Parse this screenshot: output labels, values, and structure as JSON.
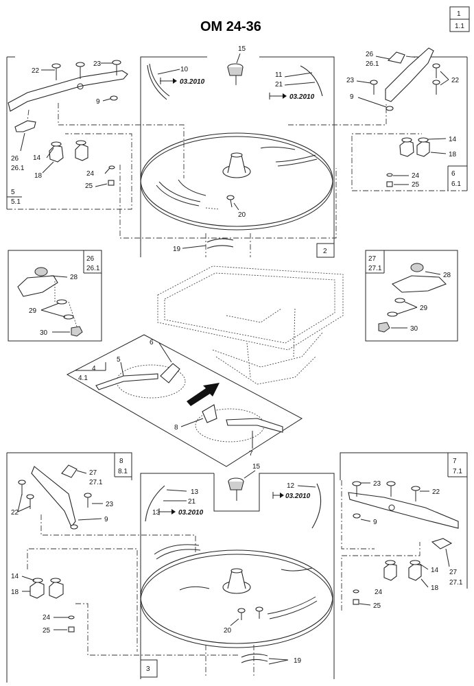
{
  "title": "OM 24-36",
  "sheet": {
    "page": "1",
    "sub": "1.1"
  },
  "date_mark": "03.2010",
  "groups": {
    "g5": [
      "5",
      "5.1"
    ],
    "g6": [
      "6",
      "6.1"
    ],
    "g2": [
      "2"
    ],
    "g3": [
      "3"
    ],
    "g4": [
      "4",
      "4.1"
    ],
    "g26": [
      "26",
      "26.1"
    ],
    "g27": [
      "27",
      "27.1"
    ],
    "g7": [
      "7",
      "7.1"
    ],
    "g8": [
      "8",
      "8.1"
    ]
  },
  "labels": {
    "top_left": [
      "22",
      "23",
      "9",
      "26",
      "26.1",
      "14",
      "18",
      "24",
      "25"
    ],
    "top_center": [
      "15",
      "10",
      "11",
      "21",
      "20",
      "19"
    ],
    "top_right": [
      "26",
      "26.1",
      "23",
      "22",
      "9",
      "14",
      "18",
      "24",
      "25"
    ],
    "mid_left_box": [
      "28",
      "29",
      "30"
    ],
    "mid_right_box": [
      "28",
      "29",
      "30"
    ],
    "mid_center": [
      "6",
      "5",
      "8",
      "7"
    ],
    "bottom_left": [
      "27",
      "27.1",
      "22",
      "23",
      "9",
      "14",
      "18",
      "24",
      "25"
    ],
    "bottom_center": [
      "15",
      "13",
      "21",
      "12",
      "20",
      "19"
    ],
    "bottom_right": [
      "23",
      "22",
      "9",
      "14",
      "27",
      "27.1",
      "18",
      "24",
      "25"
    ]
  }
}
